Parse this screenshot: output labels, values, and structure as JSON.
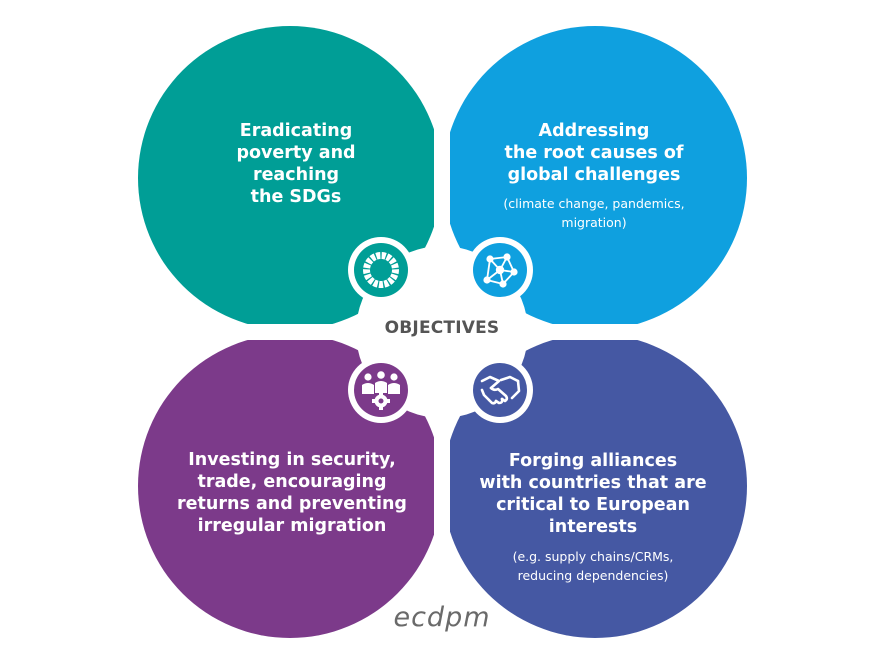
{
  "center_label": "OBJECTIVES",
  "logo_text": "ecdpm",
  "colors": {
    "teal": "#009e96",
    "blue": "#0fa0df",
    "purple": "#7c3a8a",
    "indigo": "#4558a3",
    "center_text": "#555555",
    "logo": "#6a6a6a"
  },
  "quadrants": [
    {
      "id": "top-left",
      "title": "Eradicating\npoverty and\nreaching\nthe SDGs",
      "subtitle": "",
      "icon": "sdg-wheel-icon"
    },
    {
      "id": "top-right",
      "title": "Addressing\nthe root causes of\nglobal challenges",
      "subtitle": "(climate change, pandemics,\nmigration)",
      "icon": "network-nodes-icon"
    },
    {
      "id": "bottom-left",
      "title": "Investing in security,\ntrade, encouraging\nreturns and preventing\nirregular migration",
      "subtitle": "",
      "icon": "people-gear-icon"
    },
    {
      "id": "bottom-right",
      "title": "Forging alliances\nwith countries that are\ncritical to European\ninterests",
      "subtitle": "(e.g. supply chains/CRMs,\nreducing dependencies)",
      "icon": "handshake-icon"
    }
  ]
}
